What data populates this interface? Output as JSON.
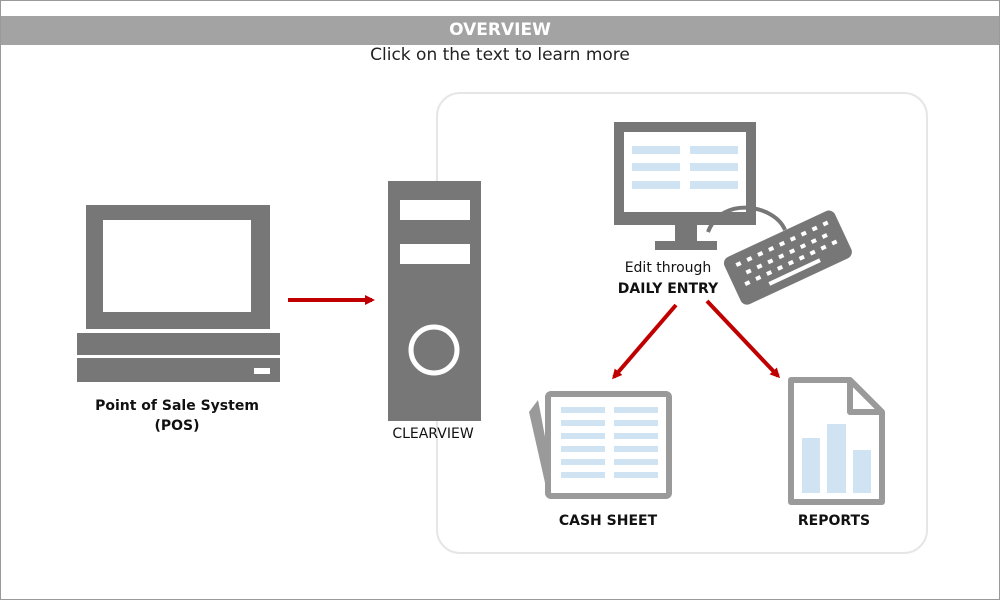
{
  "header": {
    "title": "OVERVIEW"
  },
  "subtitle": "Click on the text to learn more",
  "pos": {
    "line1": "Point of Sale System",
    "line2": "(POS)"
  },
  "clearview": {
    "label": "CLEARVIEW"
  },
  "daily_entry": {
    "line1": "Edit through",
    "line2": "DAILY ENTRY"
  },
  "cash_sheet": {
    "label": "CASH SHEET"
  },
  "reports": {
    "label": "REPORTS"
  },
  "colors": {
    "icon_gray": "#777777",
    "screen_blue": "#cfe3f3",
    "arrow_red": "#c00000",
    "header_gray": "#a3a3a3"
  },
  "icons": [
    "laptop-icon",
    "server-tower-icon",
    "monitor-icon",
    "keyboard-icon",
    "cash-sheet-icon",
    "report-document-icon"
  ]
}
